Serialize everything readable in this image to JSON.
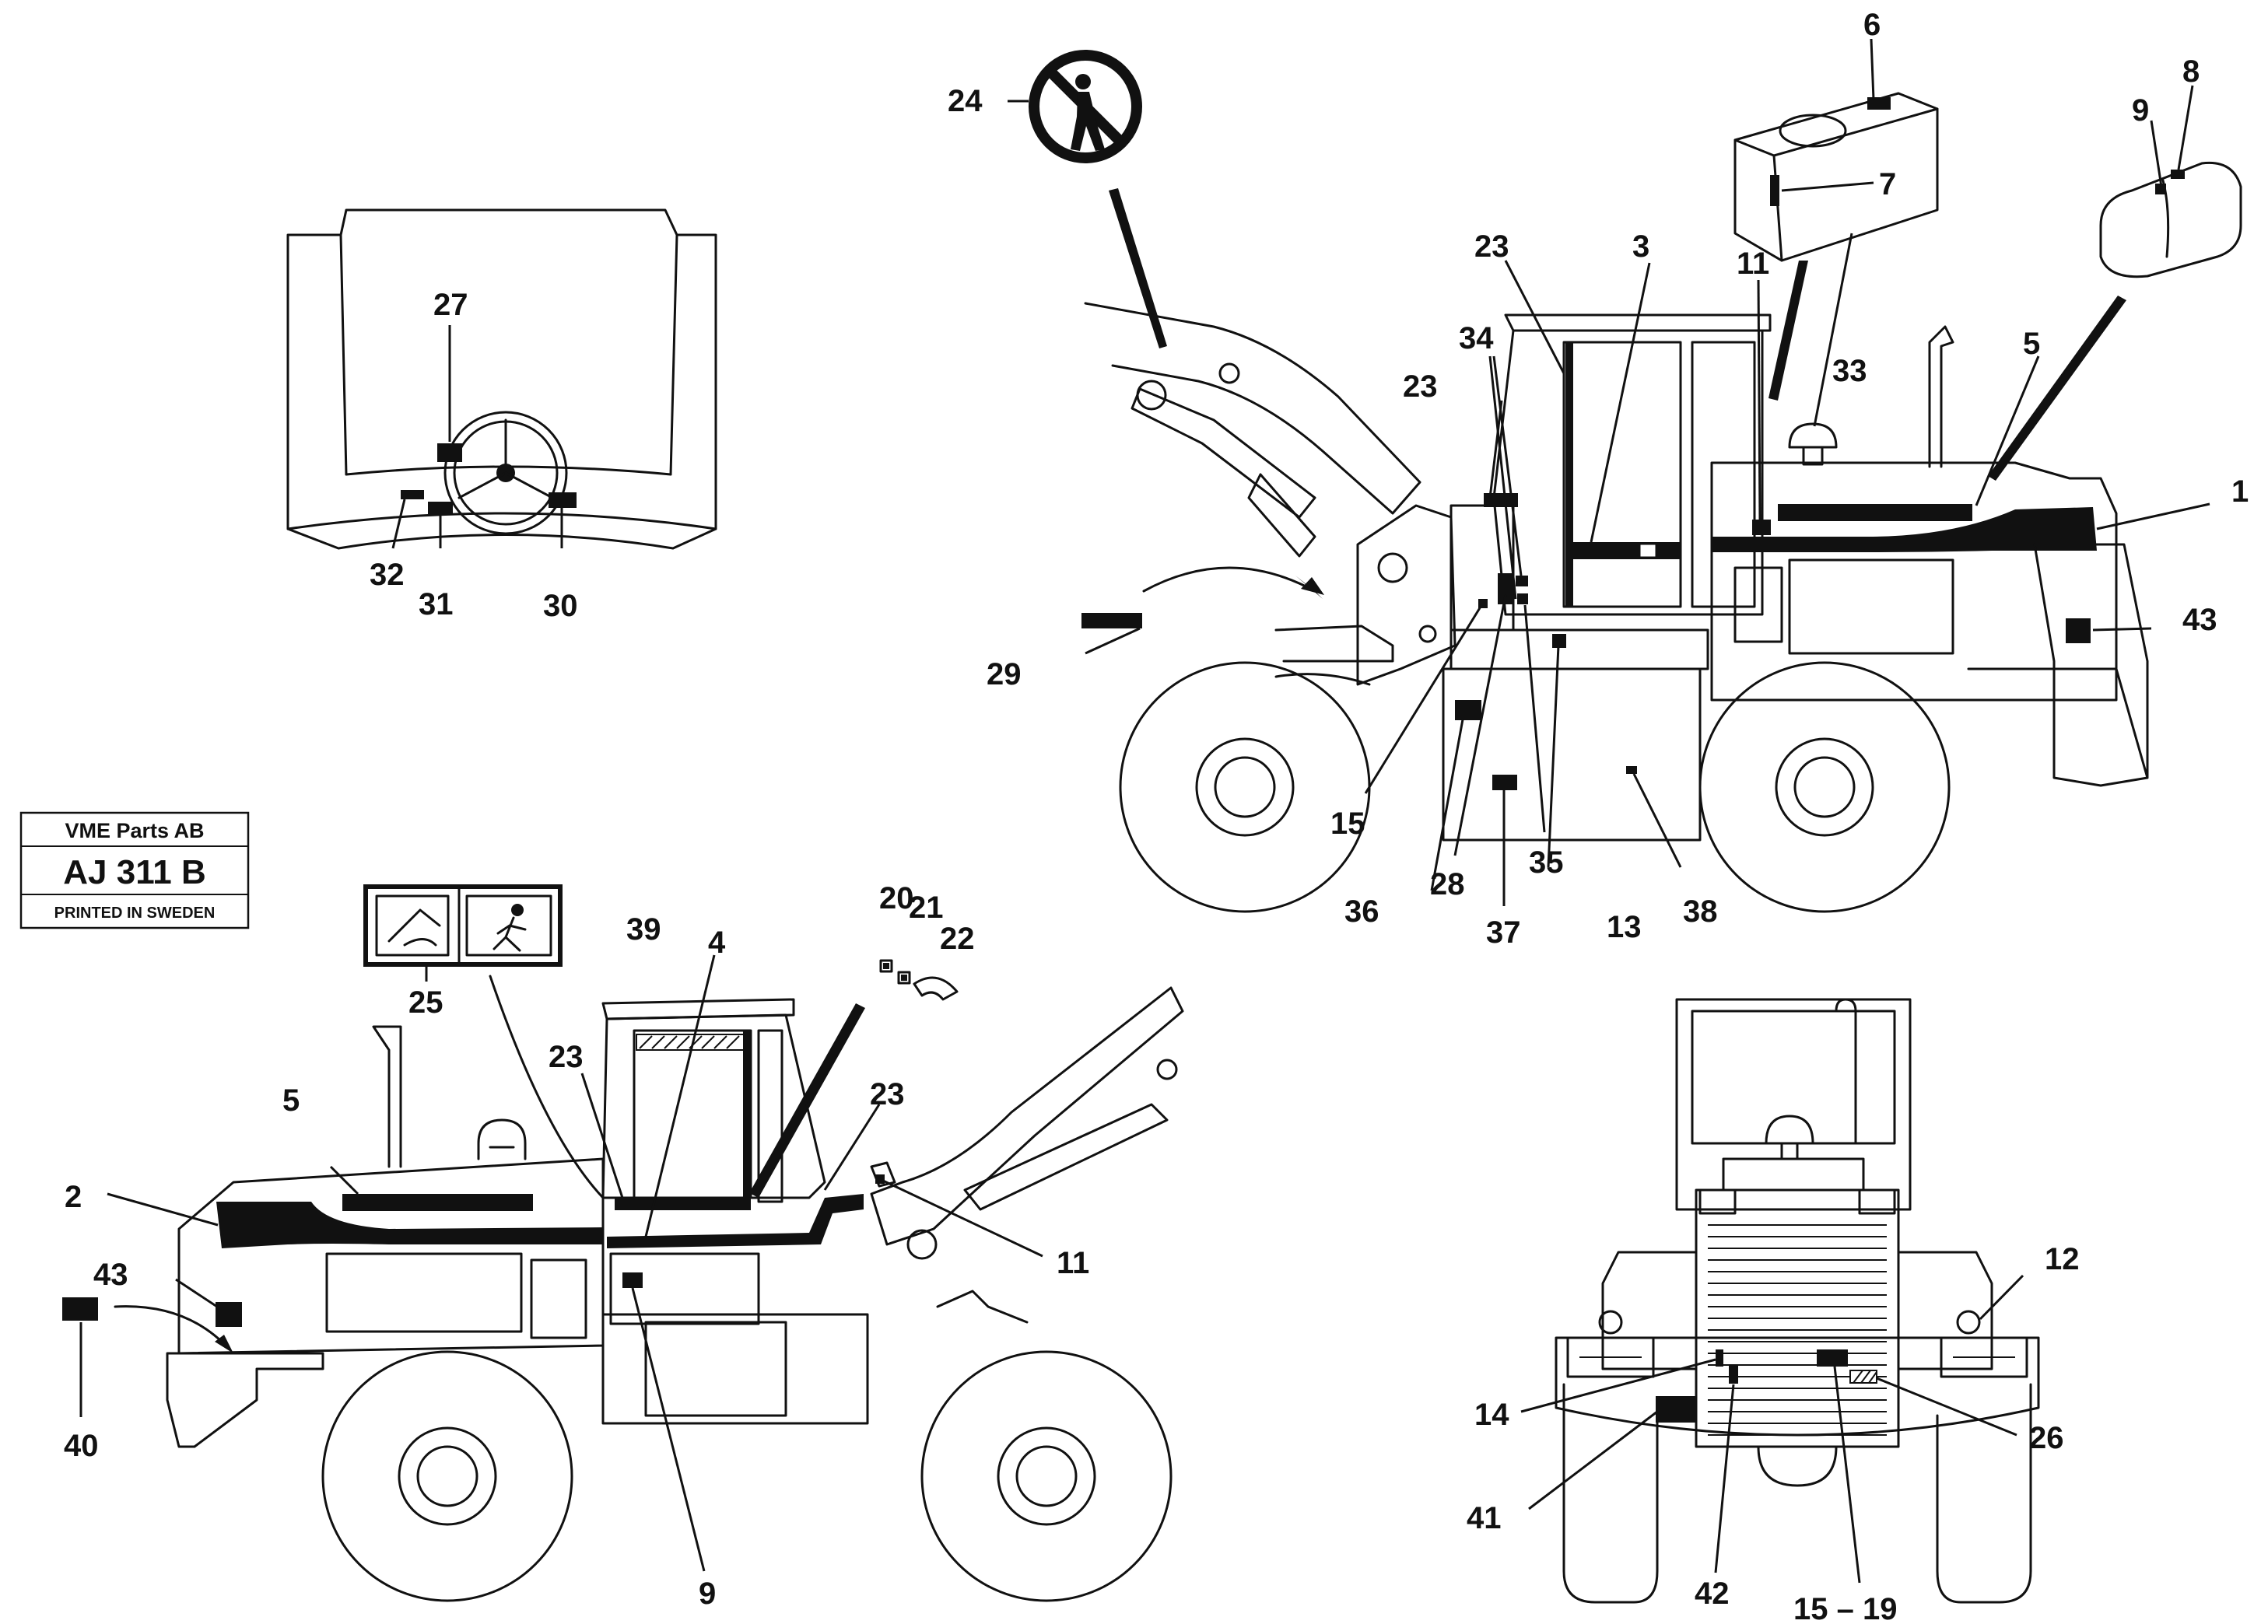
{
  "stamp": {
    "company": "VME Parts AB",
    "code": "AJ 311 B",
    "printed": "PRINTED IN SWEDEN"
  },
  "callouts": {
    "c1": "1",
    "c2": "2",
    "c3": "3",
    "c4": "4",
    "c5a": "5",
    "c5b": "5",
    "c6": "6",
    "c7": "7",
    "c8": "8",
    "c9a": "9",
    "c9b": "9",
    "c11a": "11",
    "c11b": "11",
    "c12": "12",
    "c13": "13",
    "c14": "14",
    "c15a": "15",
    "c1519": "15 – 19",
    "c20": "20",
    "c21": "21",
    "c22": "22",
    "c23a": "23",
    "c23b": "23",
    "c23c": "23",
    "c23d": "23",
    "c24": "24",
    "c25": "25",
    "c26": "26",
    "c27": "27",
    "c28": "28",
    "c29": "29",
    "c30": "30",
    "c31": "31",
    "c32": "32",
    "c33": "33",
    "c34": "34",
    "c35": "35",
    "c36": "36",
    "c37": "37",
    "c38": "38",
    "c39": "39",
    "c40": "40",
    "c41": "41",
    "c42": "42",
    "c43a": "43",
    "c43b": "43"
  },
  "icons": {
    "no_pedestrian": "no-pedestrian-sign-icon",
    "warning_pictograms": "hand-crush-and-running-person-icon",
    "steering_wheel": "steering-wheel-icon"
  },
  "colors": {
    "ink": "#111111",
    "paper": "#ffffff"
  }
}
